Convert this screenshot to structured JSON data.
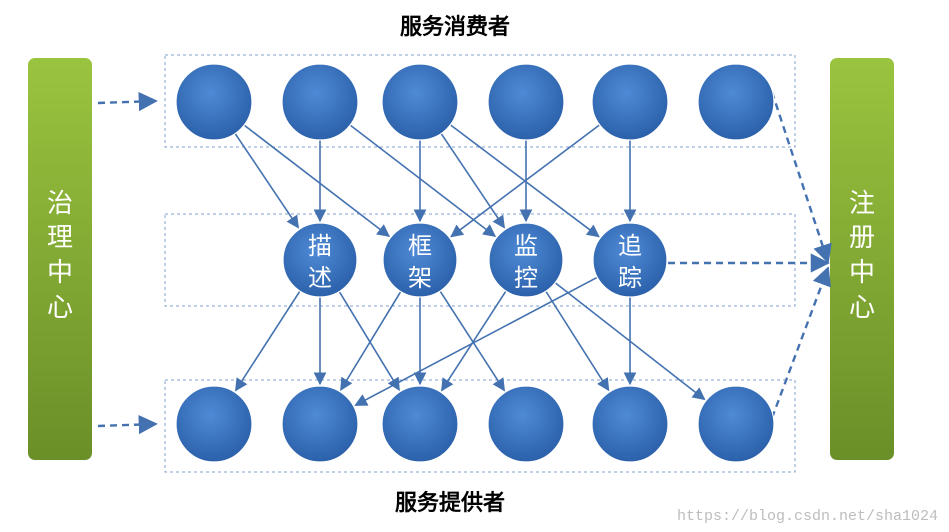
{
  "labels": {
    "consumers": "服务消费者",
    "providers": "服务提供者",
    "governance": [
      "治",
      "理",
      "中",
      "心"
    ],
    "registry": [
      "注",
      "册",
      "中",
      "心"
    ],
    "watermark": "https://blog.csdn.net/sha1024"
  },
  "middle_nodes": [
    {
      "chars": [
        "描",
        "述"
      ]
    },
    {
      "chars": [
        "框",
        "架"
      ]
    },
    {
      "chars": [
        "监",
        "控"
      ]
    },
    {
      "chars": [
        "追",
        "踪"
      ]
    }
  ],
  "colors": {
    "node_light": "#4a84d0",
    "node_dark": "#2a5fa8",
    "arrow": "#4472b0",
    "panel_light": "#9ac43f",
    "panel_dark": "#6a8f28",
    "dashed_box": "#7fa0cf",
    "label_text": "#000000",
    "white_text": "#ffffff",
    "watermark": "#bdbdbd"
  }
}
